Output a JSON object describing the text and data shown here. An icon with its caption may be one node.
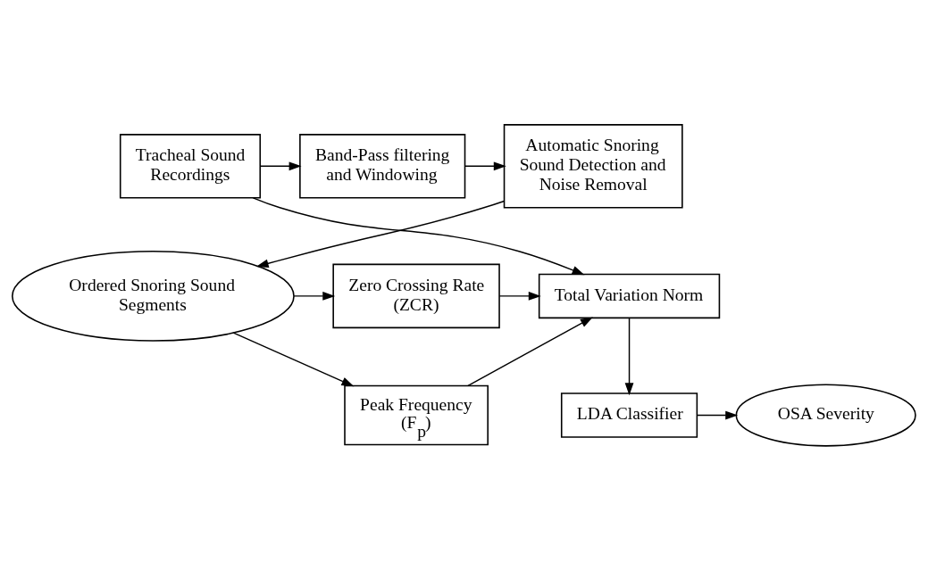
{
  "diagram": {
    "nodes": [
      {
        "text": [
          "Tracheal Sound Recordings"
        ]
      },
      {
        "text": [
          "Band-Pass filtering and Windowing"
        ]
      },
      {
        "text": [
          "Automatic Snoring Sound Detection and Noise Removal"
        ]
      },
      {
        "text": [
          "Ordered Snoring Sound Segments"
        ]
      },
      {
        "text": [
          "Zero Crossing Rate (ZCR)"
        ]
      },
      {
        "text": [
          "Peak Frequency (F$_{p}$)"
        ]
      },
      {
        "text": [
          "Total Variation Norm"
        ]
      },
      {
        "text": [
          "LDA Classifier"
        ]
      },
      {
        "text": [
          "OSA Severity"
        ]
      }
    ],
    "edges": [
      {
        "from": 0,
        "to": 1,
        "arrow": "to"
      },
      {
        "from": 1,
        "to": 2,
        "arrow": "to"
      },
      {
        "from": 2,
        "to": 3,
        "arrow": "to"
      },
      {
        "from": 3,
        "to": 4,
        "arrow": "to"
      },
      {
        "from": 3,
        "to": 5,
        "arrow": "to"
      },
      {
        "from": 4,
        "to": 6,
        "arrow": "to"
      },
      {
        "from": 5,
        "to": 6,
        "arrow": "to"
      },
      {
        "from": 0,
        "to": 6,
        "arrow": "to"
      },
      {
        "from": 6,
        "to": 7,
        "arrow": "to"
      },
      {
        "from": 7,
        "to": 8,
        "arrow": "to"
      }
    ]
  }
}
